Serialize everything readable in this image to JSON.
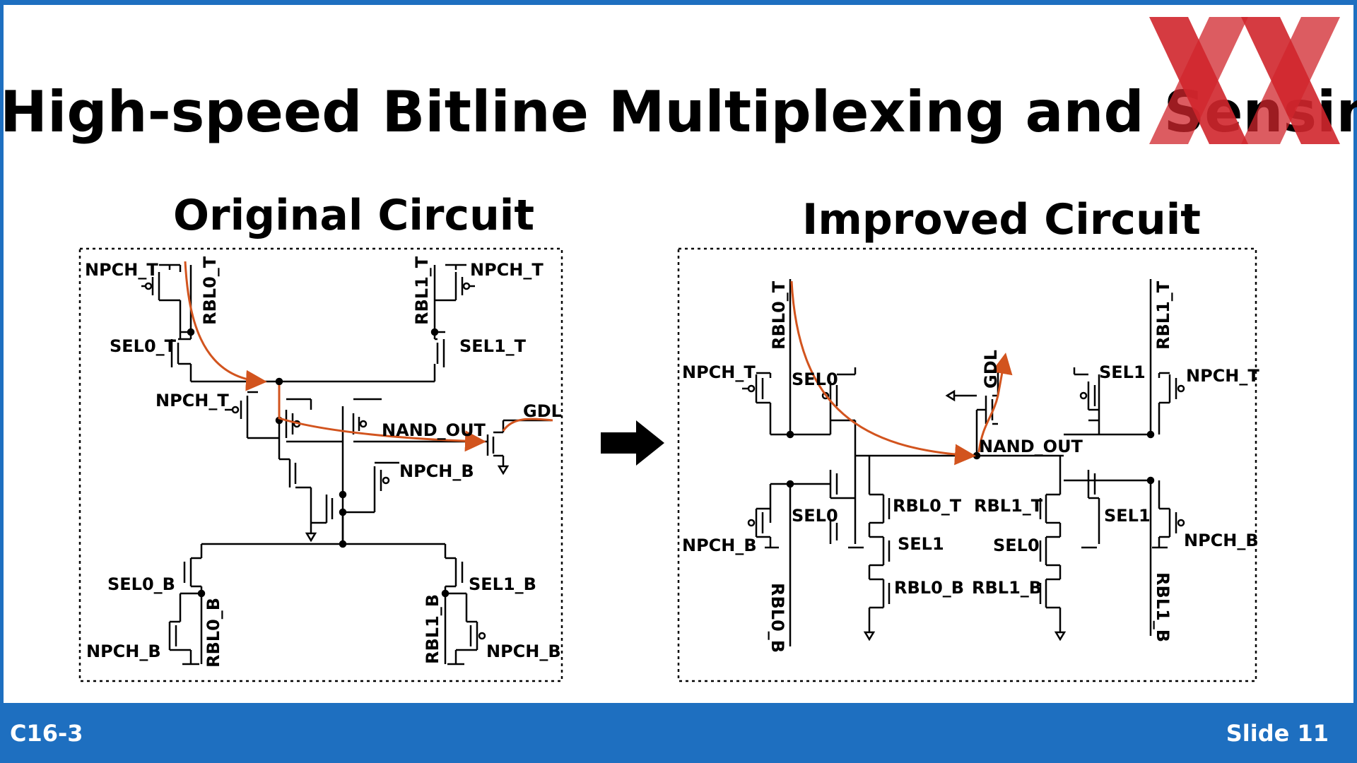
{
  "slide": {
    "title": "High-speed Bitline Multiplexing and Sensing",
    "session_code": "C16-3",
    "slide_number": "Slide 11"
  },
  "colors": {
    "frame": "#1e6fc0",
    "signal_path": "#d2541e",
    "logo": "#d0262c"
  },
  "original": {
    "heading": "Original Circuit",
    "labels": {
      "npch_t_left": "NPCH_T",
      "rbl0_t": "RBL0_T",
      "rbl1_t": "RBL1_T",
      "npch_t_right": "NPCH_T",
      "sel0_t": "SEL0_T",
      "sel1_t": "SEL1_T",
      "npch_t_mid": "NPCH_T",
      "nand_out": "NAND_OUT",
      "gdl": "GDL",
      "npch_b_mid": "NPCH_B",
      "sel0_b": "SEL0_B",
      "sel1_b": "SEL1_B",
      "rbl0_b": "RBL0_B",
      "rbl1_b": "RBL1_B",
      "npch_b_left": "NPCH_B",
      "npch_b_right": "NPCH_B"
    }
  },
  "improved": {
    "heading": "Improved Circuit",
    "labels": {
      "rbl0_t": "RBL0_T",
      "rbl1_t": "RBL1_T",
      "gdl": "GDL",
      "npch_t_left": "NPCH_T",
      "sel0_top": "SEL0",
      "sel1_top": "SEL1",
      "npch_t_right": "NPCH_T",
      "nand_out": "NAND_OUT",
      "sel0_left": "SEL0",
      "rbl0_t_mid": "RBL0_T",
      "rbl1_t_mid": "RBL1_T",
      "sel1_right": "SEL1",
      "npch_b_left": "NPCH_B",
      "sel1_mid": "SEL1",
      "sel0_mid": "SEL0",
      "npch_b_right": "NPCH_B",
      "rbl0_b_mid": "RBL0_B",
      "rbl1_b_mid": "RBL1_B",
      "rbl0_b": "RBL0_B",
      "rbl1_b": "RBL1_B"
    }
  }
}
